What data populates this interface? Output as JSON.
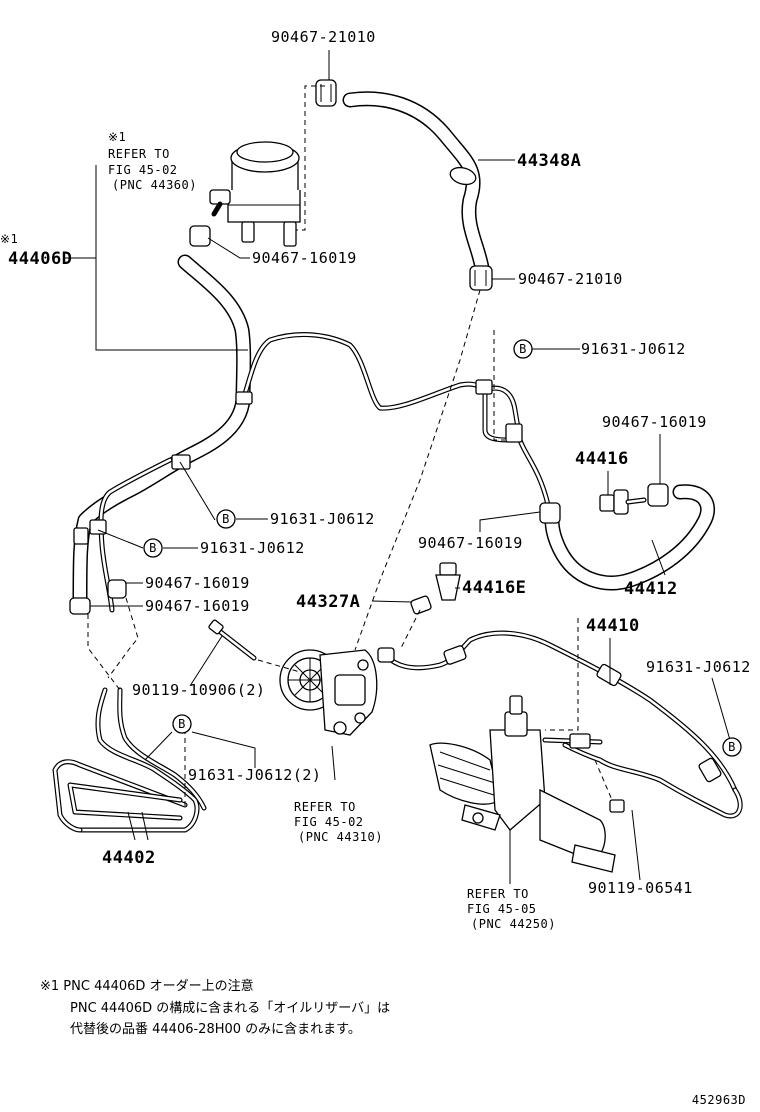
{
  "labels": {
    "p_90467_21010_top": "90467-21010",
    "p_44348A": "44348A",
    "p_90467_21010_mid": "90467-21010",
    "p_90467_16019_res": "90467-16019",
    "p_91631_J0612_r": "91631-J0612",
    "p_90467_16019_r": "90467-16019",
    "p_44416": "44416",
    "p_90467_16019_c": "90467-16019",
    "p_44412": "44412",
    "p_91631_J0612_m": "91631-J0612",
    "p_91631_J0612_l": "91631-J0612",
    "p_90467_16019_l1": "90467-16019",
    "p_90467_16019_l2": "90467-16019",
    "p_44327A": "44327A",
    "p_44416E": "44416E",
    "p_44410": "44410",
    "p_91631_J0612_far": "91631-J0612",
    "p_90119_10906": "90119-10906(2)",
    "p_91631_J0612_2": "91631-J0612(2)",
    "p_44402": "44402",
    "p_90119_06541": "90119-06541",
    "p_44406D": "44406D"
  },
  "refs": {
    "res_mark": "※1",
    "res_line1": "REFER TO",
    "res_line2": "FIG 45-02",
    "res_line3": "(PNC 44360)",
    "left_mark": "※1",
    "pump_line1": "REFER TO",
    "pump_line2": "FIG 45-02",
    "pump_line3": "(PNC 44310)",
    "gear_line1": "REFER TO",
    "gear_line2": "FIG 45-05",
    "gear_line3": "(PNC 44250)"
  },
  "callout_letter": "B",
  "notes": {
    "line1": "※1 PNC 44406D オーダー上の注意",
    "line2": "PNC 44406D の構成に含まれる「オイルリザーバ」は",
    "line3": "代替後の品番 44406-28H00 のみに含まれます。"
  },
  "figure_id": "452963D"
}
